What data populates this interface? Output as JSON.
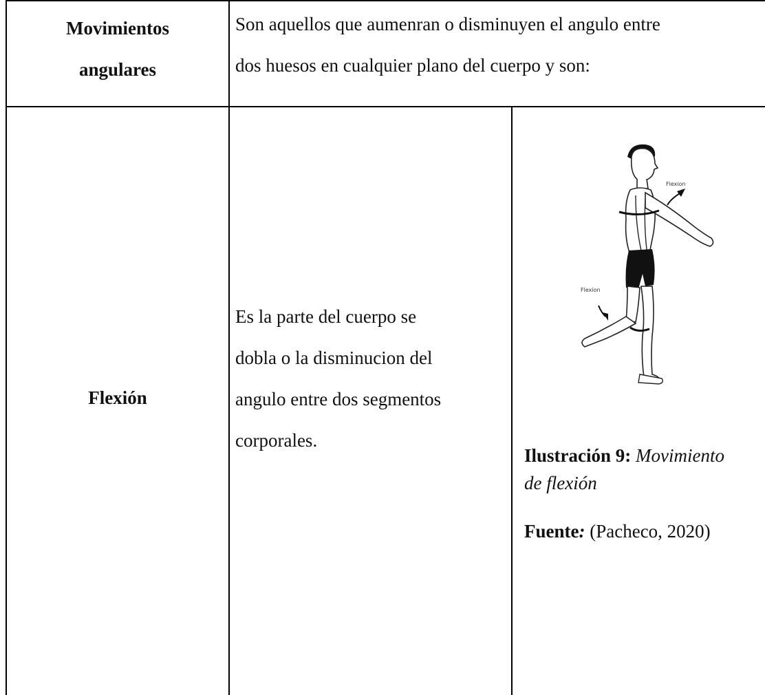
{
  "header": {
    "label_line1": "Movimientos",
    "label_line2": "angulares",
    "description_line1": "Son aquellos que aumenran o disminuyen el angulo entre",
    "description_line2": "dos huesos en cualquier plano del cuerpo y son:"
  },
  "row": {
    "label": "Flexión",
    "description_lines": [
      "Es la parte del cuerpo se",
      "dobla o la disminucion del",
      "angulo entre dos segmentos",
      "corporales."
    ],
    "figure": {
      "arrow_label_arm": "Flexion",
      "arrow_label_leg": "Flexion",
      "caption_prefix": "Ilustración 9:",
      "caption_title_line1": "Movimiento",
      "caption_title_line2": "de flexión",
      "source_prefix": "Fuente",
      "source_colon": ":",
      "source_text": "(Pacheco, 2020)"
    }
  }
}
